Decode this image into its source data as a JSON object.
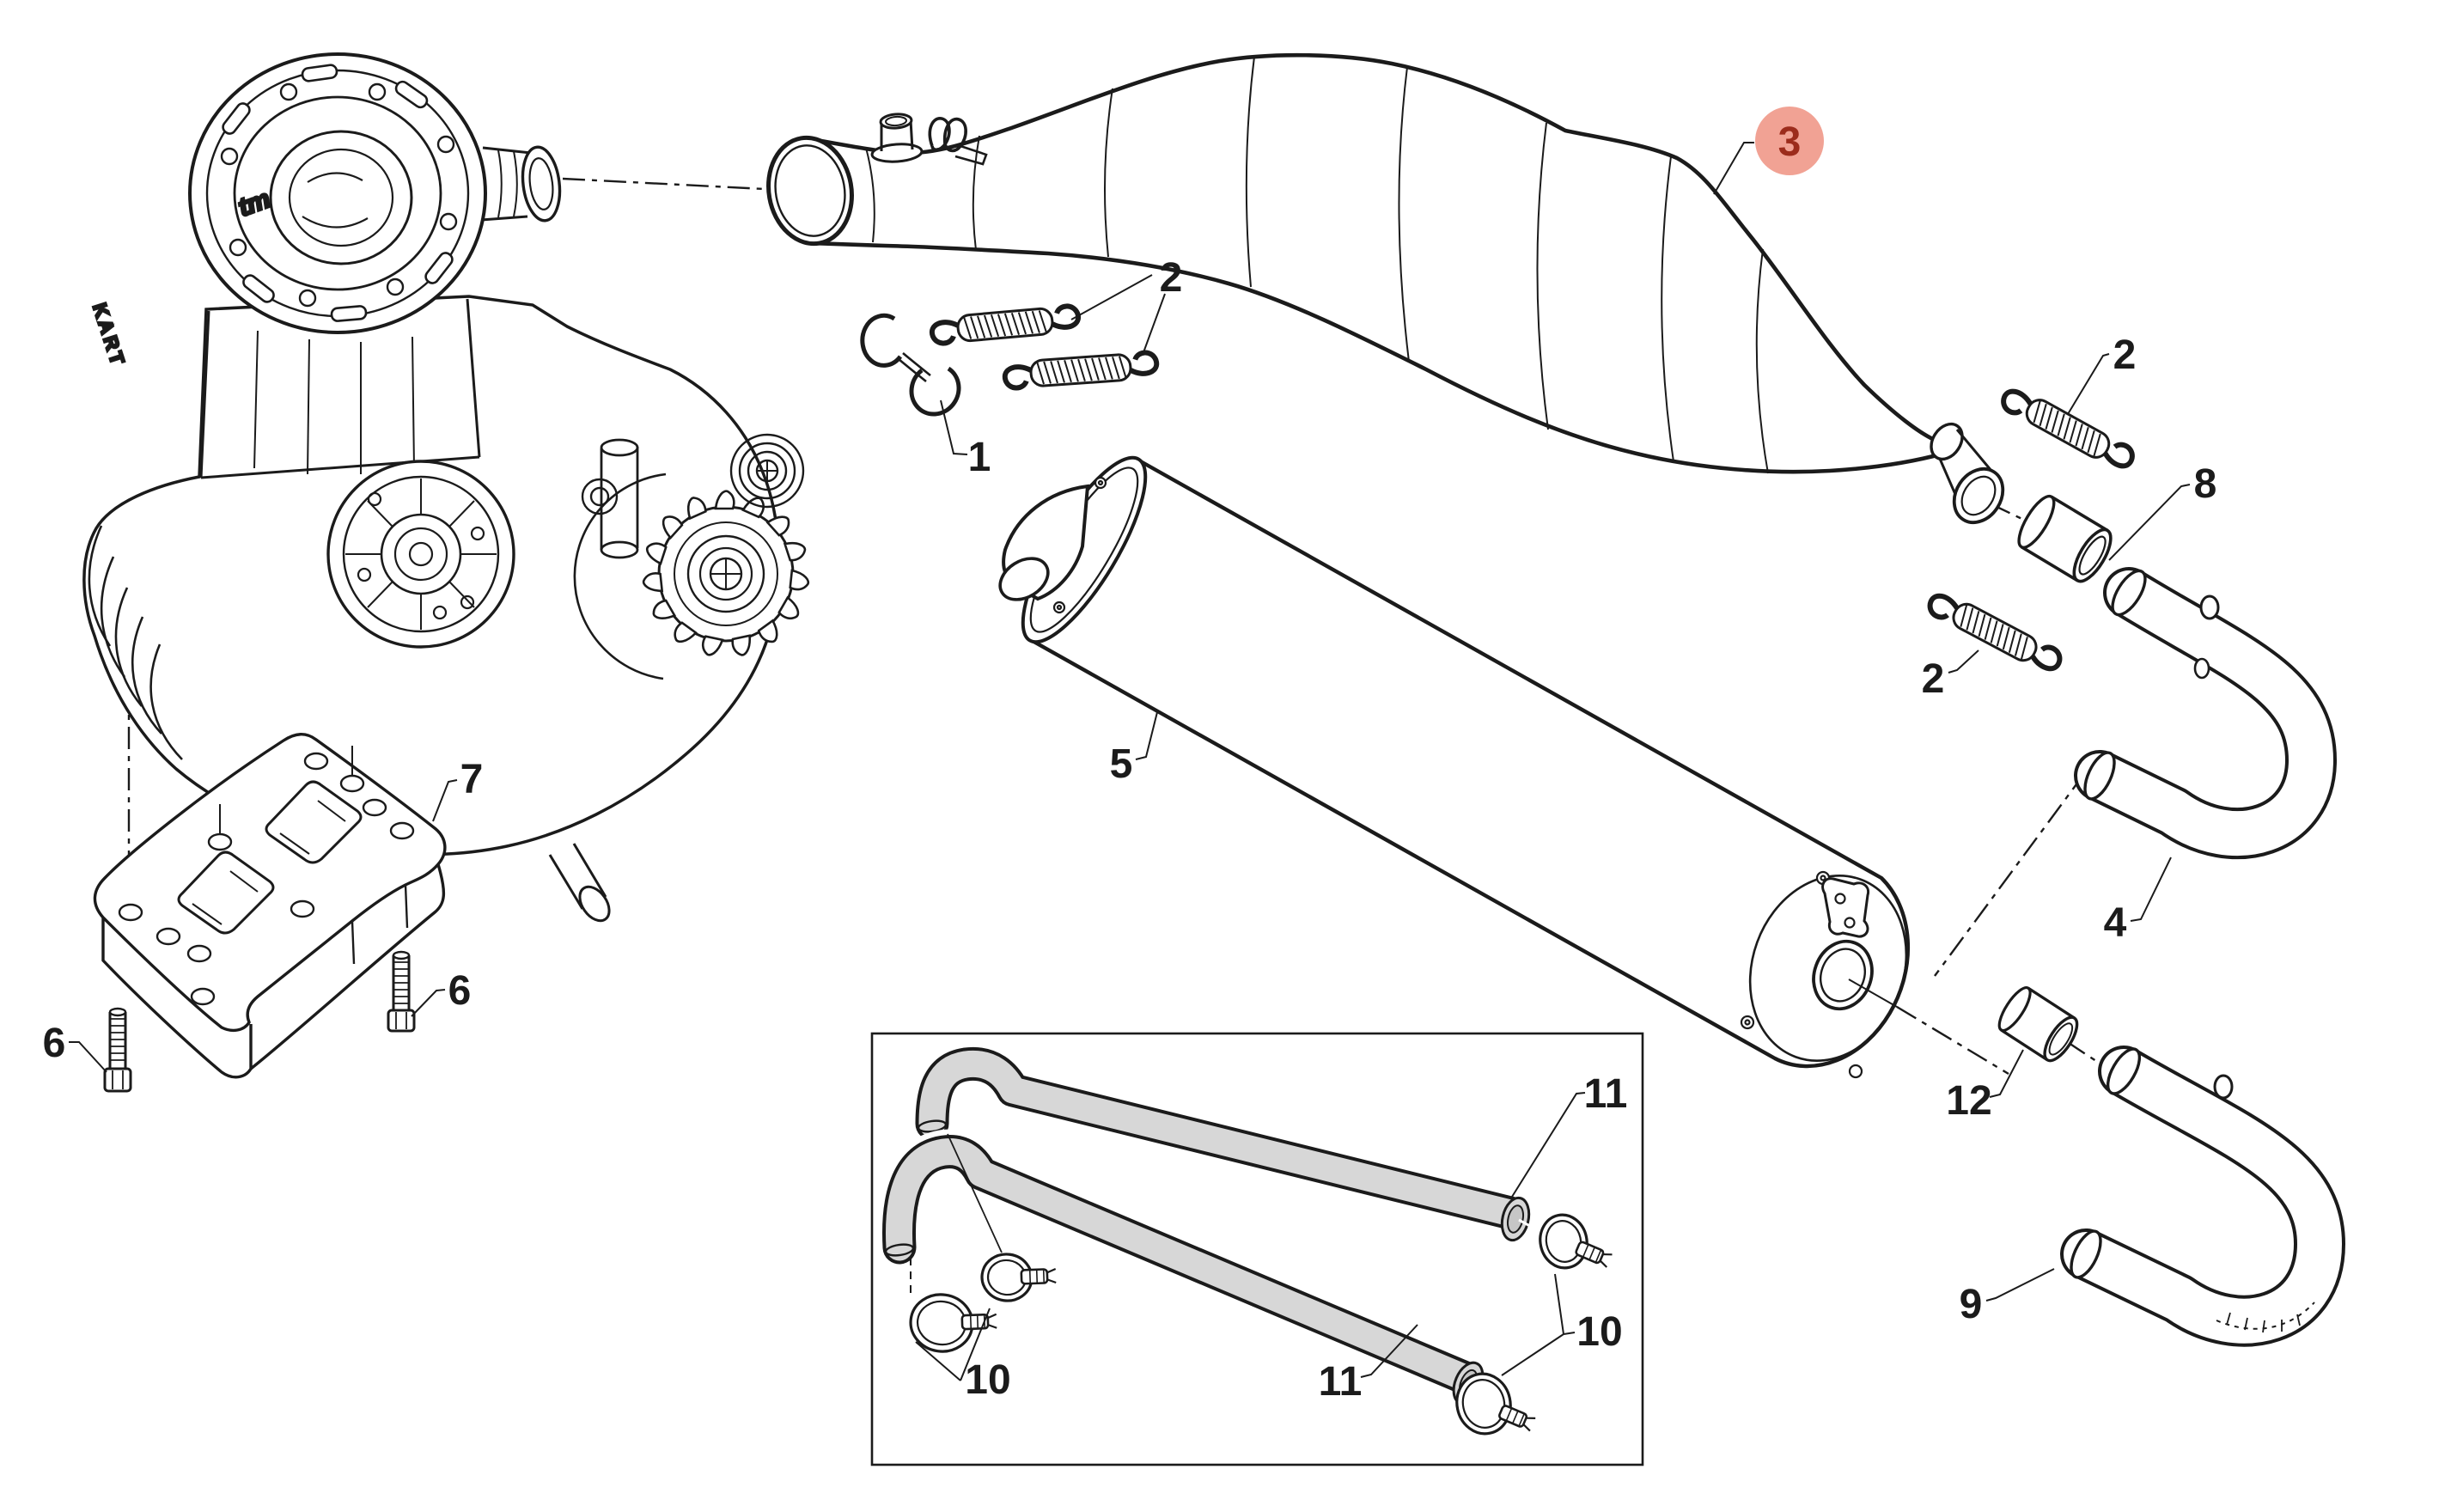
{
  "figure": {
    "type": "exploded-parts-diagram",
    "subject": "engine exhaust system exploded view",
    "background": "#ffffff",
    "line_color": "#1b1b1b",
    "hose_fill": "#d7d7d7",
    "highlight": {
      "label": "3",
      "fill": "#f1a294",
      "text_color": "#9c2c1c"
    },
    "engine_markings": {
      "logo": "tm",
      "brand": "KART"
    },
    "callouts": [
      {
        "id": "retaining-clip",
        "text": "1"
      },
      {
        "id": "springs-center",
        "text": "2"
      },
      {
        "id": "spring-right-upper",
        "text": "2"
      },
      {
        "id": "spring-right-lower",
        "text": "2"
      },
      {
        "id": "expansion-chamber",
        "text": "3"
      },
      {
        "id": "curved-pipe-upper",
        "text": "4"
      },
      {
        "id": "silencer",
        "text": "5"
      },
      {
        "id": "bolt-left",
        "text": "6"
      },
      {
        "id": "bolt-right",
        "text": "6"
      },
      {
        "id": "mounting-plate",
        "text": "7"
      },
      {
        "id": "coupler-sleeve-upper",
        "text": "8"
      },
      {
        "id": "curved-pipe-lower",
        "text": "9"
      },
      {
        "id": "clamps-left",
        "text": "10"
      },
      {
        "id": "clamps-right",
        "text": "10"
      },
      {
        "id": "hose-upper",
        "text": "11"
      },
      {
        "id": "hose-lower",
        "text": "11"
      },
      {
        "id": "coupler-sleeve-lower",
        "text": "12"
      }
    ]
  }
}
